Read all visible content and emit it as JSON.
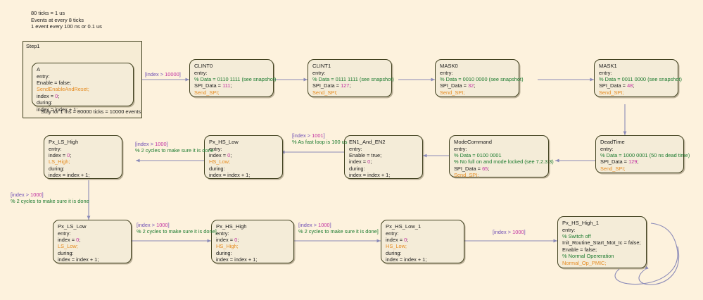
{
  "notes": [
    "80 ticks = 1 us",
    "Events at every 8 ticks",
    "1 event every 100 ns or 0.1 us"
  ],
  "superstate": {
    "label": "Step1",
    "caption": "Stay for 1 ms = 80000 ticks = 10000 events"
  },
  "colors": {
    "background": "#fdf2dd",
    "state_fill": "#f4ecd8",
    "state_border": "#41411f",
    "wire": "#8a8ab8",
    "comment": "#1a7a2e",
    "function": "#e58a1f",
    "number": "#c12fa0",
    "condition": "#6f4fb5"
  },
  "states": [
    {
      "id": "A",
      "name": "A",
      "lines": [
        {
          "text": "entry:",
          "kind": "kw"
        },
        {
          "text": "Enable = false;",
          "kind": "kw"
        },
        {
          "text": "SendEnableAndReset;",
          "kind": "fn"
        },
        {
          "text": "index = 0;",
          "kind": "kw"
        },
        {
          "text": "during:",
          "kind": "kw"
        },
        {
          "text": "index = index + 1;",
          "kind": "kw"
        }
      ]
    },
    {
      "id": "CLINT0",
      "name": "CLINT0",
      "lines": [
        {
          "text": "entry:",
          "kind": "kw"
        },
        {
          "text": "% Data = 0110 1111 (see snapshot)",
          "kind": "cmt"
        },
        {
          "text": "SPI_Data = 111;",
          "kind": "kw"
        },
        {
          "text": "Send_SPI;",
          "kind": "fn"
        }
      ]
    },
    {
      "id": "CLINT1",
      "name": "CLINT1",
      "lines": [
        {
          "text": "entry:",
          "kind": "kw"
        },
        {
          "text": "% Data = 0111 1111 (see snapshot)",
          "kind": "cmt"
        },
        {
          "text": "SPI_Data = 127;",
          "kind": "kw"
        },
        {
          "text": "Send_SPI;",
          "kind": "fn"
        }
      ]
    },
    {
      "id": "MASK0",
      "name": "MASK0",
      "lines": [
        {
          "text": "entry:",
          "kind": "kw"
        },
        {
          "text": "% Data = 0010 0000 (see snapshot)",
          "kind": "cmt"
        },
        {
          "text": "SPI_Data = 32;",
          "kind": "kw"
        },
        {
          "text": "Send_SPI;",
          "kind": "fn"
        }
      ]
    },
    {
      "id": "MASK1",
      "name": "MASK1",
      "lines": [
        {
          "text": "entry:",
          "kind": "kw"
        },
        {
          "text": "% Data = 0011 0000 (see snapshot)",
          "kind": "cmt"
        },
        {
          "text": "SPI_Data = 48;",
          "kind": "kw"
        },
        {
          "text": "Send_SPI;",
          "kind": "fn"
        }
      ]
    },
    {
      "id": "DeadTime",
      "name": "DeadTime",
      "lines": [
        {
          "text": "entry:",
          "kind": "kw"
        },
        {
          "text": "% Data = 1000 0001 (50 ns dead time)",
          "kind": "cmt"
        },
        {
          "text": "SPI_Data = 129;",
          "kind": "kw"
        },
        {
          "text": "Send_SPI;",
          "kind": "fn"
        }
      ]
    },
    {
      "id": "ModeCommand",
      "name": "ModeCommand",
      "lines": [
        {
          "text": "entry:",
          "kind": "kw"
        },
        {
          "text": "% Data = 0100 0001",
          "kind": "cmt"
        },
        {
          "text": "% No full on and mode locked (see 7.2.3.3)",
          "kind": "cmt"
        },
        {
          "text": "SPI_Data = 65;",
          "kind": "kw"
        },
        {
          "text": "Send_SPI;",
          "kind": "fn"
        }
      ]
    },
    {
      "id": "EN1_And_EN2",
      "name": "EN1_And_EN2",
      "lines": [
        {
          "text": "entry:",
          "kind": "kw"
        },
        {
          "text": "Enable = true;",
          "kind": "kw"
        },
        {
          "text": "index = 0;",
          "kind": "kw"
        },
        {
          "text": "during:",
          "kind": "kw"
        },
        {
          "text": "index = index + 1;",
          "kind": "kw"
        }
      ]
    },
    {
      "id": "Px_HS_Low",
      "name": "Px_HS_Low",
      "lines": [
        {
          "text": "entry:",
          "kind": "kw"
        },
        {
          "text": "index = 0;",
          "kind": "kw"
        },
        {
          "text": "HS_Low;",
          "kind": "fn"
        },
        {
          "text": "during:",
          "kind": "kw"
        },
        {
          "text": "index = index + 1;",
          "kind": "kw"
        }
      ]
    },
    {
      "id": "Px_LS_High",
      "name": "Px_LS_High",
      "lines": [
        {
          "text": "entry:",
          "kind": "kw"
        },
        {
          "text": "index = 0;",
          "kind": "kw"
        },
        {
          "text": "LS_High;",
          "kind": "fn"
        },
        {
          "text": "during:",
          "kind": "kw"
        },
        {
          "text": "index = index + 1;",
          "kind": "kw"
        }
      ]
    },
    {
      "id": "Px_LS_Low",
      "name": "Px_LS_Low",
      "lines": [
        {
          "text": "entry:",
          "kind": "kw"
        },
        {
          "text": "index = 0;",
          "kind": "kw"
        },
        {
          "text": "LS_Low;",
          "kind": "fn"
        },
        {
          "text": "during:",
          "kind": "kw"
        },
        {
          "text": "index = index + 1;",
          "kind": "kw"
        }
      ]
    },
    {
      "id": "Px_HS_High",
      "name": "Px_HS_High",
      "lines": [
        {
          "text": "entry:",
          "kind": "kw"
        },
        {
          "text": "index = 0;",
          "kind": "kw"
        },
        {
          "text": "HS_High;",
          "kind": "fn"
        },
        {
          "text": "during:",
          "kind": "kw"
        },
        {
          "text": "index = index + 1;",
          "kind": "kw"
        }
      ]
    },
    {
      "id": "Px_HS_Low_1",
      "name": "Px_HS_Low_1",
      "lines": [
        {
          "text": "entry:",
          "kind": "kw"
        },
        {
          "text": "index = 0;",
          "kind": "kw"
        },
        {
          "text": "HS_Low;",
          "kind": "fn"
        },
        {
          "text": "during:",
          "kind": "kw"
        },
        {
          "text": "index = index + 1;",
          "kind": "kw"
        }
      ]
    },
    {
      "id": "Px_HS_High_1",
      "name": "Px_HS_High_1",
      "lines": [
        {
          "text": "entry:",
          "kind": "kw"
        },
        {
          "text": "% Switch off",
          "kind": "cmt"
        },
        {
          "text": "Init_Routine_Start_Mot_Ic = false;",
          "kind": "kw"
        },
        {
          "text": "Enable = false;",
          "kind": "kw"
        },
        {
          "text": "% Normal Opereration",
          "kind": "cmt"
        },
        {
          "text": "Normal_Op_PMIC;",
          "kind": "fn"
        }
      ]
    }
  ],
  "transitions": [
    {
      "id": "t_A_CLINT0",
      "cond": "[index > 10000]",
      "comment": ""
    },
    {
      "id": "t_MASK1_DeadTime",
      "cond": "",
      "comment": ""
    },
    {
      "id": "t_DeadTime_Mode",
      "cond": "",
      "comment": ""
    },
    {
      "id": "t_Mode_EN",
      "cond": "",
      "comment": ""
    },
    {
      "id": "t_EN_PxHSLow",
      "cond": "[index > 1001]",
      "comment": "% As fast loop is 100 us"
    },
    {
      "id": "t_PxHSLow_PxLSHigh",
      "cond": "[index > 1000]",
      "comment": "% 2 cycles to make sure it is done"
    },
    {
      "id": "t_PxLSHigh_PxLSLow",
      "cond": "[index > 1000]",
      "comment": "% 2 cycles to make sure it is done"
    },
    {
      "id": "t_PxLSLow_PxHSHigh",
      "cond": "[index > 1000]",
      "comment": "% 2 cycles to make sure it is done]"
    },
    {
      "id": "t_PxHSHigh_PxHSLow1",
      "cond": "[index > 1000]",
      "comment": "% 2 cycles to make sure it is done]"
    },
    {
      "id": "t_PxHSLow1_PxHSHigh1",
      "cond": "[index > 1000]",
      "comment": ""
    }
  ]
}
